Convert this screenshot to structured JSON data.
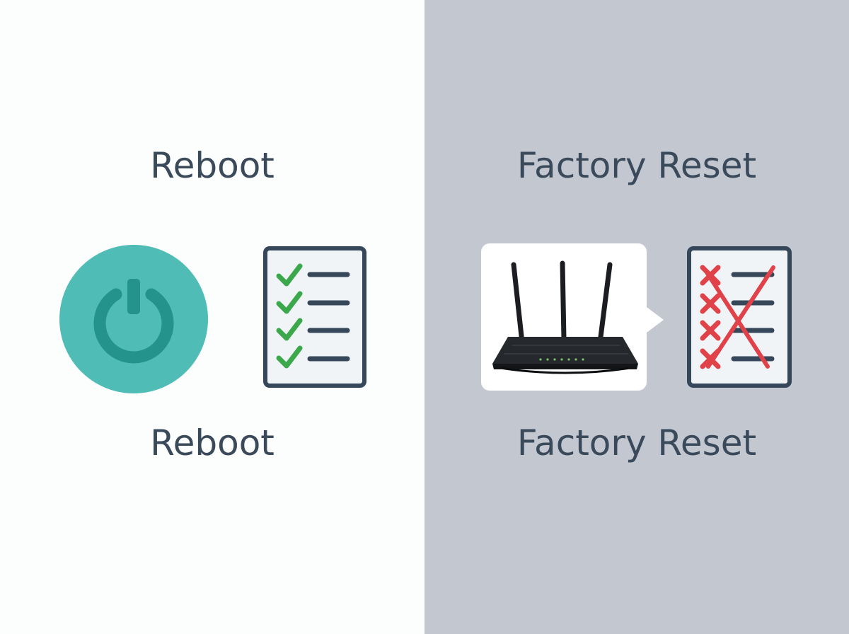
{
  "left": {
    "heading": "Reboot",
    "caption": "Reboot",
    "checklist": {
      "rows": 4,
      "mark": "check"
    }
  },
  "right": {
    "heading": "Factory Reset",
    "caption": "Factory Reset",
    "checklist": {
      "rows": 4,
      "mark": "cross",
      "struck_through": true
    }
  },
  "icons": [
    "power-icon",
    "checklist-icon",
    "router-icon",
    "callout-arrow-icon",
    "cleared-checklist-icon"
  ],
  "colors": {
    "left_background": "#fcfdfd",
    "right_background": "#c3c7d0",
    "text": "#3b4a5a",
    "power_circle": "#4fbcb6",
    "power_symbol": "#23938c",
    "document_outline": "#36475a",
    "document_fill": "#f1f4f6",
    "check": "#3aa84b",
    "cross": "#e0424a",
    "router_body": "#1b1d20"
  }
}
